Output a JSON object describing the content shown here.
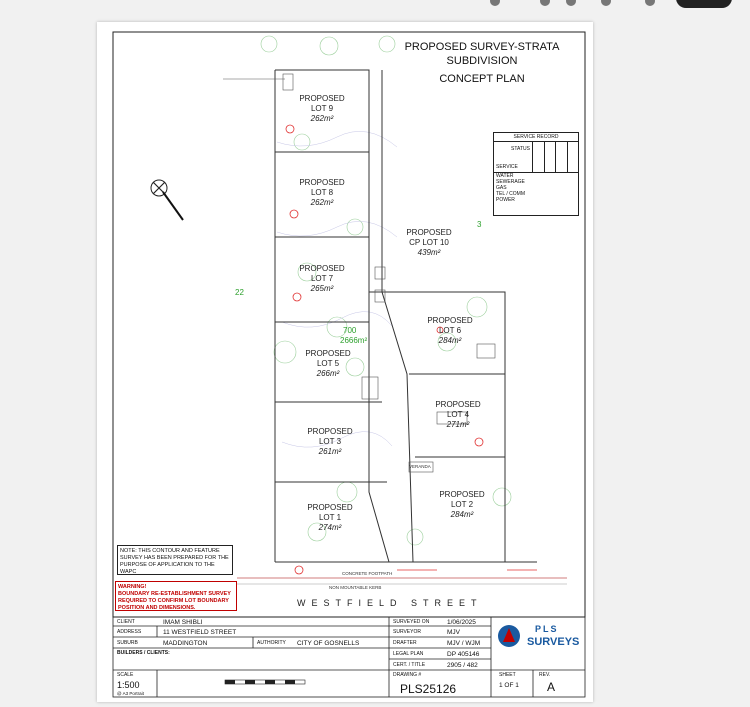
{
  "title": {
    "line1": "PROPOSED SURVEY-STRATA",
    "line2": "SUBDIVISION",
    "line3": "CONCEPT PLAN"
  },
  "lots": [
    {
      "name": "PROPOSED",
      "lot": "LOT 9",
      "area": "262m²"
    },
    {
      "name": "PROPOSED",
      "lot": "LOT 8",
      "area": "262m²"
    },
    {
      "name": "PROPOSED",
      "lot": "LOT 7",
      "area": "265m²"
    },
    {
      "name": "PROPOSED",
      "lot": "LOT 5",
      "area": "266m²"
    },
    {
      "name": "PROPOSED",
      "lot": "LOT 3",
      "area": "261m²"
    },
    {
      "name": "PROPOSED",
      "lot": "LOT 1",
      "area": "274m²"
    },
    {
      "name": "PROPOSED",
      "lot": "LOT 6",
      "area": "284m²"
    },
    {
      "name": "PROPOSED",
      "lot": "LOT 4",
      "area": "271m²"
    },
    {
      "name": "PROPOSED",
      "lot": "LOT 2",
      "area": "284m²"
    }
  ],
  "cp_lot": {
    "name": "PROPOSED",
    "lot": "CP LOT 10",
    "area": "439m²"
  },
  "parent_lot": {
    "number": "700",
    "area": "2666m²"
  },
  "side_numbers": {
    "left": "22",
    "right": "3"
  },
  "labels": {
    "verandah": "VERANDA",
    "street": "WESTFIELD STREET",
    "footpath": "CONCRETE FOOTPATH",
    "kerb": "NON MOUNTABLE KERB"
  },
  "service_record": {
    "title": "SERVICE RECORD",
    "status": "STATUS",
    "service": "SERVICE",
    "rows": [
      "WATER",
      "SEWERAGE",
      "GAS",
      "TEL / COMM",
      "POWER"
    ]
  },
  "contour_note": "NOTE: THIS CONTOUR AND FEATURE SURVEY HAS BEEN PREPARED FOR THE PURPOSE OF APPLICATION TO THE WAPC",
  "warning": {
    "title": "WARNING!",
    "text": "BOUNDARY RE-ESTABLISHMENT SURVEY REQUIRED TO CONFIRM LOT BOUNDARY POSITION AND DIMENSIONS."
  },
  "info": {
    "client_label": "CLIENT",
    "client": "IMAM SHIBLI",
    "address_label": "ADDRESS",
    "address": "11 WESTFIELD STREET",
    "suburb_label": "SUBURB",
    "suburb": "MADDINGTON",
    "authority_label": "AUTHORITY",
    "authority": "CITY OF GOSNELLS",
    "builders_label": "BUILDERS / CLIENTS:"
  },
  "survey": {
    "surveyed_on_label": "SURVEYED ON",
    "surveyed_on": "1/06/2025",
    "surveyor_label": "SURVEYOR",
    "surveyor": "MJV",
    "drafter_label": "DRAFTER",
    "drafter": "MJV / WJM",
    "legal_plan_label": "LEGAL PLAN",
    "legal_plan": "DP 405146",
    "cert_label": "CERT. / TITLE",
    "cert": "2905 / 482"
  },
  "scale": {
    "label": "SCALE",
    "value": "1:500",
    "paper": "@ A3 Portrait"
  },
  "drawing": {
    "label": "DRAWING #",
    "value": "PLS25126"
  },
  "sheet": {
    "label": "SHEET",
    "value": "1 OF 1"
  },
  "rev": {
    "label": "REV.",
    "value": "A"
  },
  "company": {
    "name": "SURVEYS",
    "brand": "PLS"
  },
  "colors": {
    "accent": "#1a5aa0",
    "warning": "#c00000",
    "green": "#2ca02c",
    "red_markup": "#e03030"
  }
}
